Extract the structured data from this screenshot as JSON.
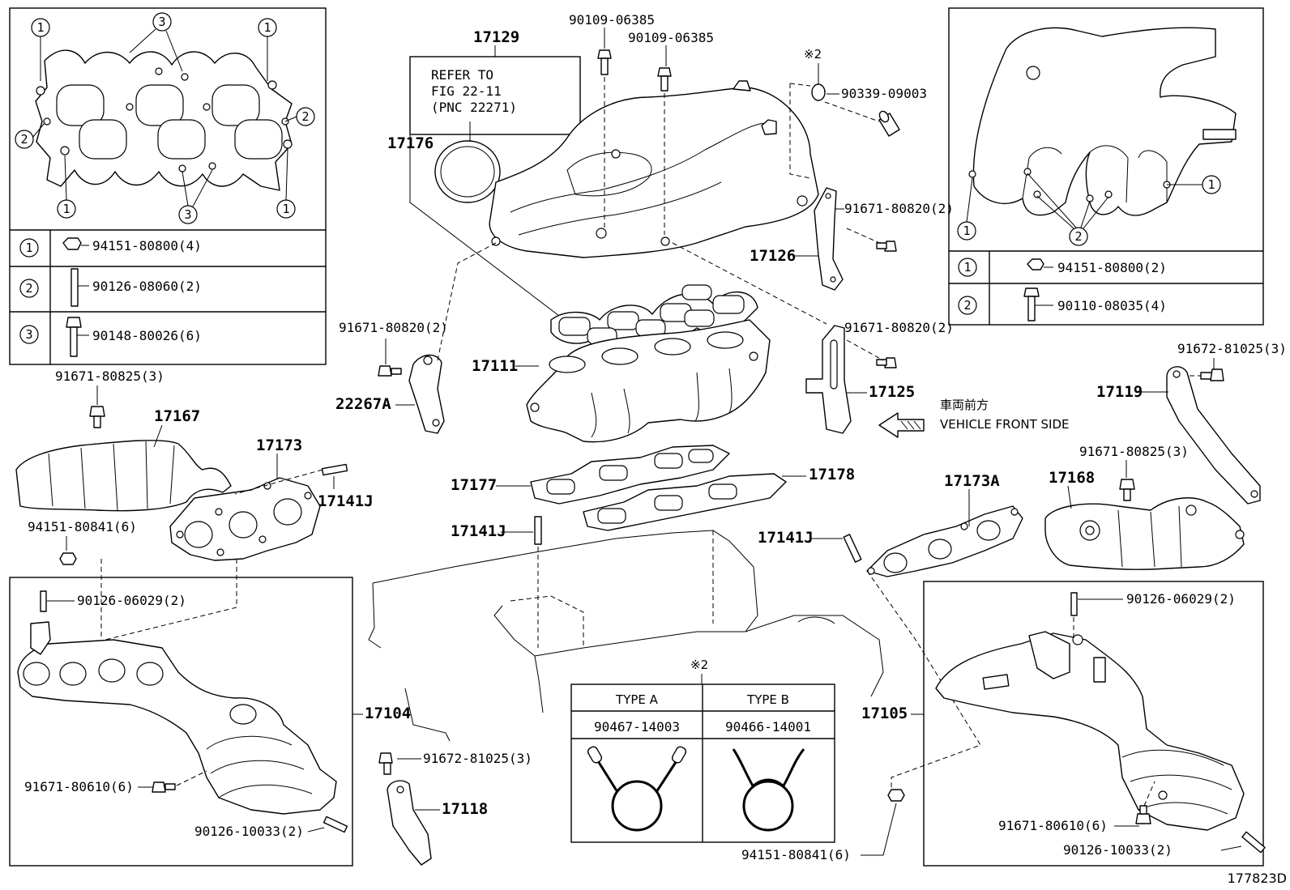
{
  "diagram_number": "177823D",
  "callouts": {
    "c1": "1",
    "c2": "2",
    "c3": "3"
  },
  "left_inset": {
    "rows": [
      {
        "num": "1",
        "part": "94151-80800(4)",
        "icon": "nut-icon"
      },
      {
        "num": "2",
        "part": "90126-08060(2)",
        "icon": "stud-bolt-icon"
      },
      {
        "num": "3",
        "part": "90148-80026(6)",
        "icon": "flange-bolt-icon"
      }
    ]
  },
  "right_inset": {
    "rows": [
      {
        "num": "1",
        "part": "94151-80800(2)",
        "icon": "nut-icon"
      },
      {
        "num": "2",
        "part": "90110-08035(4)",
        "icon": "bolt-icon"
      }
    ]
  },
  "refer": {
    "line1": "REFER TO",
    "line2": "FIG 22-11",
    "line3": "(PNC 22271)"
  },
  "mark": "※2",
  "mark_table": {
    "types": [
      {
        "label": "TYPE A",
        "part": "90467-14003"
      },
      {
        "label": "TYPE B",
        "part": "90466-14001"
      }
    ]
  },
  "direction": {
    "jp": "車両前方",
    "en": "VEHICLE FRONT SIDE"
  },
  "parts": {
    "p17129": "17129",
    "p17176": "17176",
    "p90109a": "90109-06385",
    "p90109b": "90109-06385",
    "p90339": "90339-09003",
    "p91671_80820_a": "91671-80820(2)",
    "p91671_80820_b": "91671-80820(2)",
    "p91671_80820_c": "91671-80820(2)",
    "p17126": "17126",
    "p17125": "17125",
    "p17111": "17111",
    "p22267A": "22267A",
    "p91671_80825_a": "91671-80825(3)",
    "p91671_80825_b": "91671-80825(3)",
    "p17167": "17167",
    "p17173": "17173",
    "p17141J_a": "17141J",
    "p17141J_b": "17141J",
    "p17141J_c": "17141J",
    "p94151_80841_a": "94151-80841(6)",
    "p94151_80841_b": "94151-80841(6)",
    "p90126_06029_a": "90126-06029(2)",
    "p90126_06029_b": "90126-06029(2)",
    "p17104": "17104",
    "p17105": "17105",
    "p91671_80610_a": "91671-80610(6)",
    "p91671_80610_b": "91671-80610(6)",
    "p90126_10033_a": "90126-10033(2)",
    "p90126_10033_b": "90126-10033(2)",
    "p17177": "17177",
    "p17178": "17178",
    "p17173A": "17173A",
    "p17168": "17168",
    "p17119": "17119",
    "p91672_81025_a": "91672-81025(3)",
    "p91672_81025_b": "91672-81025(3)",
    "p17118": "17118"
  }
}
